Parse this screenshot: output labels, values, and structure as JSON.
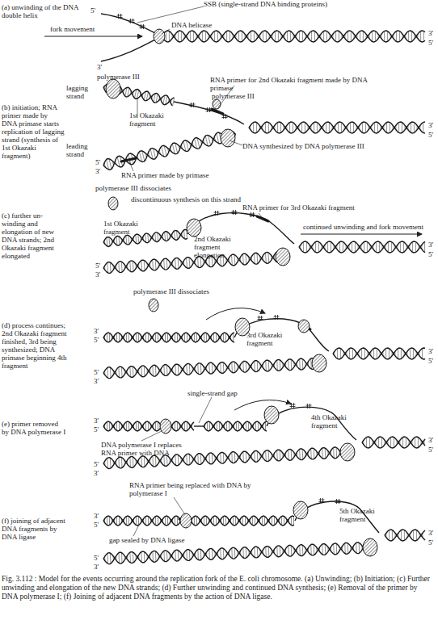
{
  "diagram": {
    "caption": "Fig. 3.112 : Model for the events occurring around the replication fork of the E. coli chromosome. (a) Unwinding; (b) Initiation; (c) Further unwinding and elongation of the new DNA strands; (d) Further unwinding and continued DNA synthesis; (e) Removal of the primer by DNA polymerase I; (f) Joining of adjacent DNA fragments by the action of DNA ligase.",
    "labels": [
      "(a) unwinding of the DNA double helix",
      "SSB (single-strand DNA binding proteins)",
      "5'",
      "fork movement",
      "DNA helicase",
      "3'",
      "3'",
      "5'",
      "(b) initiation; RNA primer made by DNA primase starts replication of lagging strand (synthesis of 1st Okazaki fragment)",
      "polymerase III",
      "lagging strand",
      "RNA primer for 2nd Okazaki fragment made by DNA primase",
      "polymerase III",
      "1st Okazaki fragment",
      "leading strand",
      "DNA synthesized by DNA polymerase III",
      "RNA primer made by primase",
      "5'",
      "3'",
      "3'",
      "5'",
      "polymerase III dissociates",
      "(c) further un-winding and elongation of new DNA strands; 2nd Okazaki fragment elongated",
      "discontinuous synthesis on this strand",
      "RNA primer for 3rd Okazaki fragment",
      "1st Okazaki fragment",
      "2nd Okazaki fragment elongation",
      "continued unwinding and fork movement",
      "5'",
      "3'",
      "3'",
      "5'",
      "polymerase III dissociates",
      "(d) process continues; 2nd Okazaki fragment finished, 3rd being synthesized; DNA primase beginning 4th fragment",
      "3rd Okazaki fragment",
      "3'",
      "5'",
      "3'",
      "5'",
      "5'",
      "3'",
      "single-strand gap",
      "(e) primer removed by DNA polymerase I",
      "3'",
      "5'",
      "DNA polymerase I replaces RNA primer with DNA",
      "4th Okazaki fragment",
      "3'",
      "5'",
      "5'",
      "3'",
      "RNA primer being replaced with DNA by polymerase I",
      "(f) joining of adjacent DNA fragments by DNA ligase",
      "3'",
      "5'",
      "gap sealed by DNA ligase",
      "5th Okazaki fragment",
      "3'",
      "5'",
      "5'",
      "3'"
    ]
  }
}
